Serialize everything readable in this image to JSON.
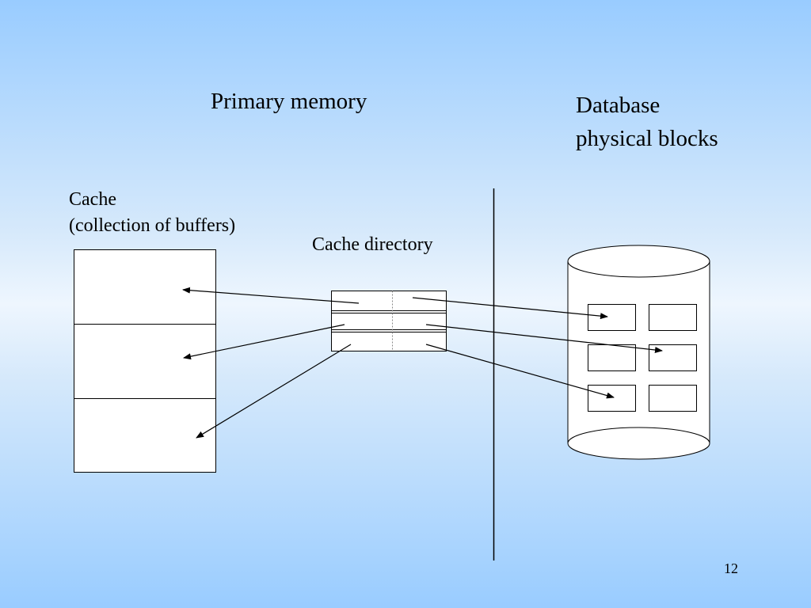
{
  "slide": {
    "heading_left": "Primary memory",
    "heading_right_line1": "Database",
    "heading_right_line2": "physical blocks",
    "cache_label_line1": "Cache",
    "cache_label_line2": "(collection of buffers)",
    "directory_label": "Cache directory",
    "page_number": "12"
  }
}
